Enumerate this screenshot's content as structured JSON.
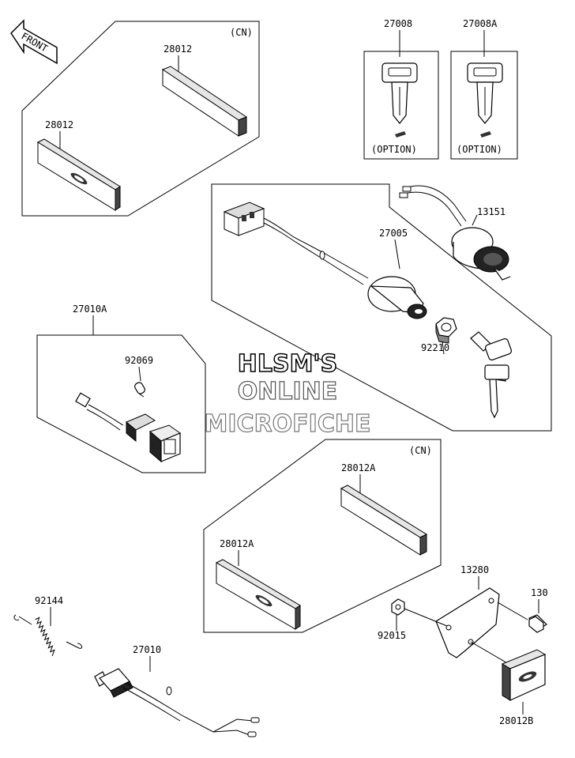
{
  "diagram": {
    "front_arrow": "FRONT",
    "watermark": [
      "HLSM'S",
      "ONLINE",
      "MICROFICHE"
    ],
    "region_tags": {
      "top_left": "(CN)",
      "middle_right": "(CN)"
    },
    "option_labels": [
      "(OPTION)",
      "(OPTION)"
    ],
    "parts": {
      "p28012_a": "28012",
      "p28012_b": "28012",
      "p27008": "27008",
      "p27008A": "27008A",
      "p13151": "13151",
      "p27005": "27005",
      "p92210": "92210",
      "p27010A": "27010A",
      "p92069": "92069",
      "p28012A_a": "28012A",
      "p28012A_b": "28012A",
      "p13280": "13280",
      "p130": "130",
      "p92015": "92015",
      "p92144": "92144",
      "p27010": "27010",
      "p28012B": "28012B"
    }
  }
}
